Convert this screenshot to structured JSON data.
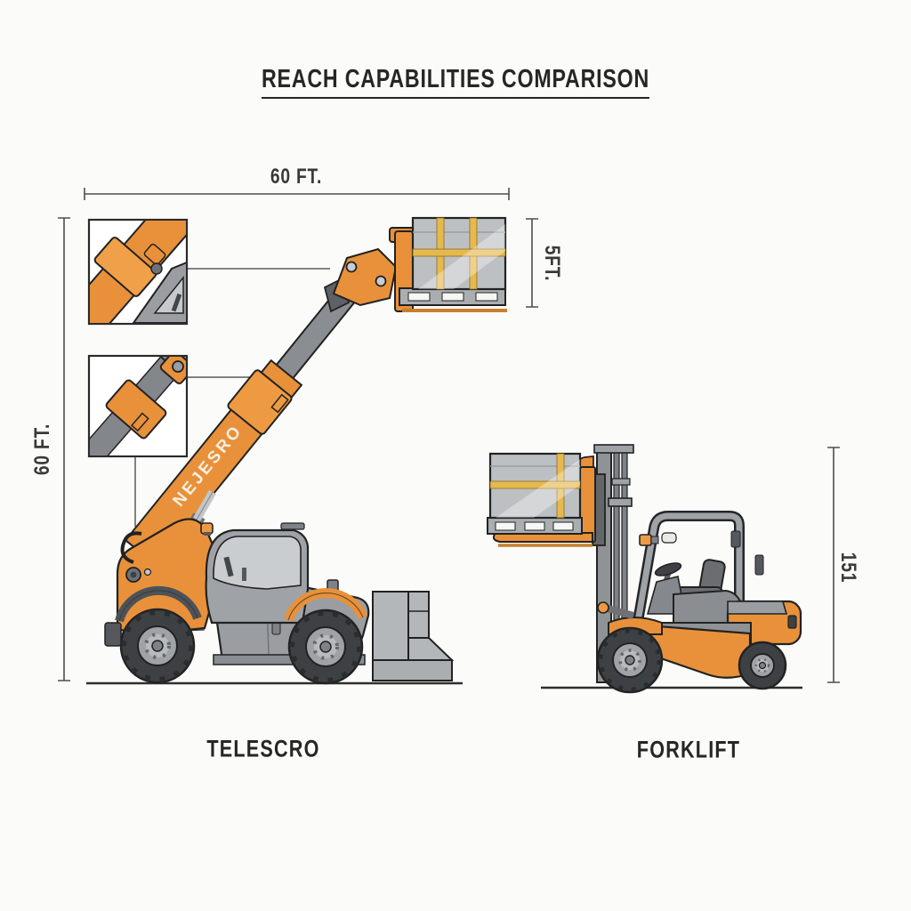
{
  "title": "REACH CAPABILITIES COMPARISON",
  "dimensions": {
    "horizontal_reach": "60 FT.",
    "vertical_reach": "60 FT.",
    "load_height": "5FT.",
    "forklift_reach": "151"
  },
  "labels": {
    "telehandler": "TELESCRO",
    "forklift": "FORKLIFT"
  },
  "boom_text": "NEJESRO",
  "colors": {
    "accent_orange": "#E8913A",
    "body_gray": "#9A9EA2",
    "tire_dark": "#3E4144",
    "strap_yellow": "#E6B94F",
    "outline": "#222222",
    "background": "#FBFBF9"
  }
}
